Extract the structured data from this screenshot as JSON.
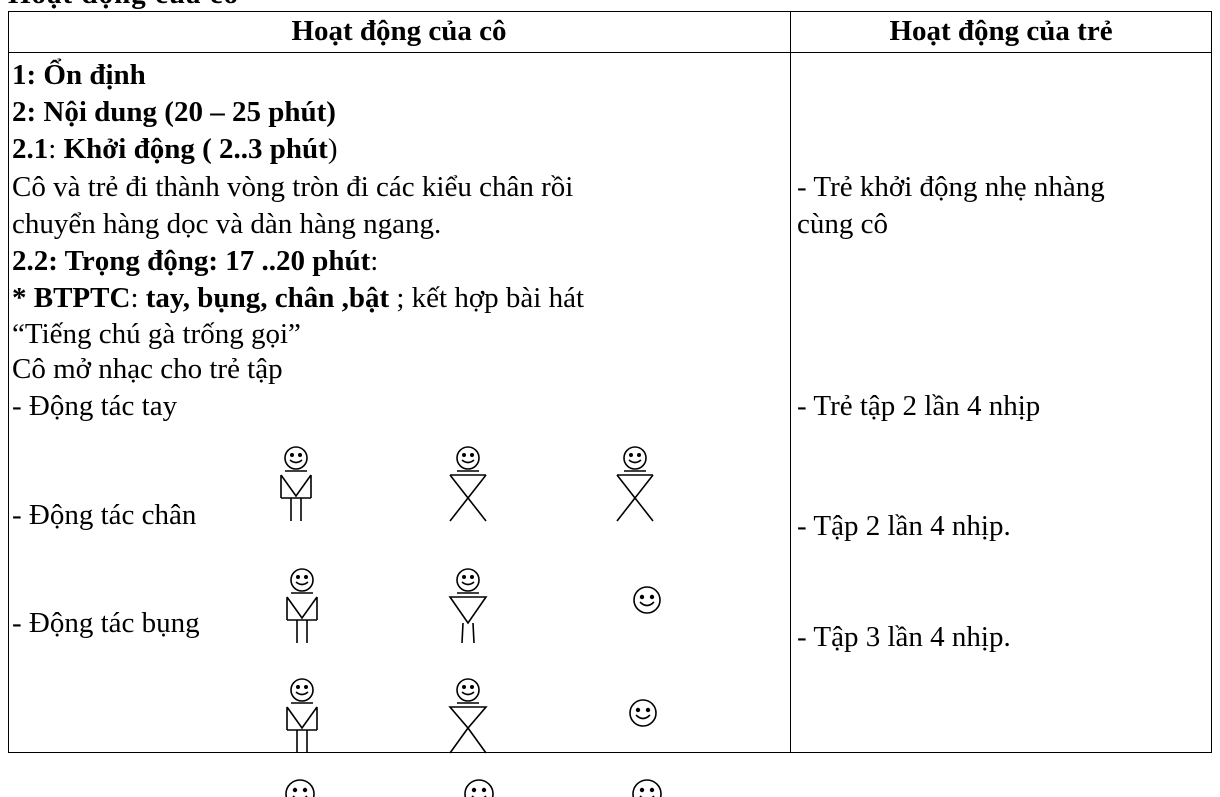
{
  "top_fragment": "Hoạt động của cô",
  "table": {
    "headers": {
      "teacher": "Hoạt động của cô",
      "child": "Hoạt động của trẻ"
    },
    "teacher": {
      "on_dinh": "1: Ổn định",
      "noi_dung": "2: Nội dung  (20 – 25  phút)",
      "khoi_dong_num": "2.1",
      "khoi_dong_sep": ": ",
      "khoi_dong_bold": "Khởi động  (  2..3  phút",
      "khoi_dong_end": ")",
      "khoi_dong_desc_1": "Cô và trẻ đi  thành vòng tròn đi các kiểu chân rồi",
      "khoi_dong_desc_2": "chuyển hàng dọc và dàn hàng ngang.",
      "trong_dong_bold": "2.2: Trọng động:  17 ..20  phút",
      "trong_dong_end": ":",
      "btptc_bold": "* BTPTC",
      "btptc_sep": ": ",
      "btptc_parts": "tay, bụng, chân ,bật",
      "btptc_rest": " ; kết hợp bài hát",
      "song": "“Tiếng chú gà trống gọi”",
      "music": "Cô mở nhạc cho trẻ tập",
      "ex_tay": "- Động tác tay",
      "ex_chan": "- Động tác chân",
      "ex_bung": "- Động tác bụng"
    },
    "child": {
      "khoi_dong_1": "- Trẻ khởi động nhẹ nhàng",
      "khoi_dong_2": "cùng cô",
      "tay": "- Trẻ tập 2 lần 4 nhịp",
      "chan": "- Tập 2 lần 4 nhịp.",
      "bung": "- Tập 3 lần 4 nhịp."
    }
  },
  "icons": [
    "smiley-icon",
    "stick-figure-icon"
  ]
}
